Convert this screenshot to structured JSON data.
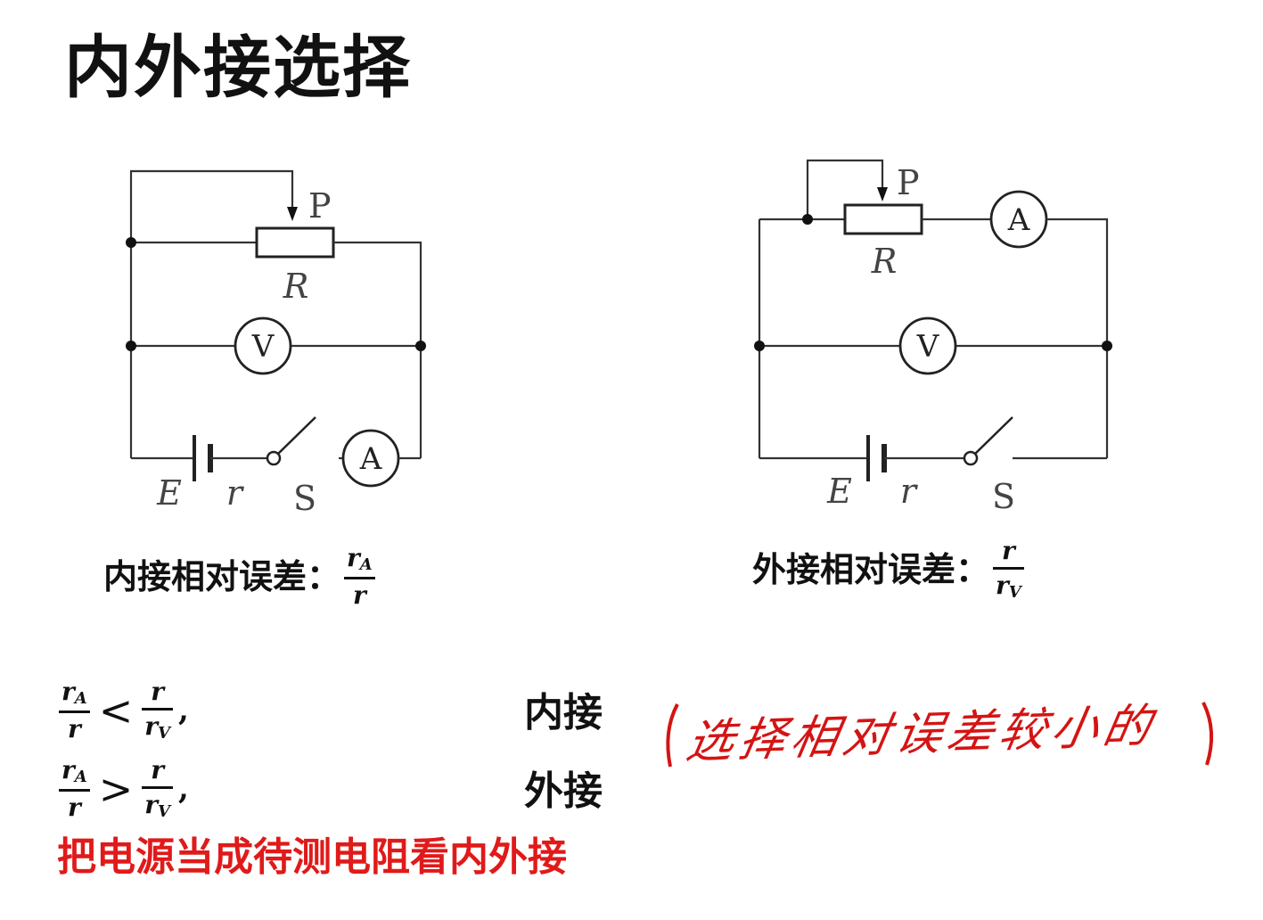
{
  "title": "内外接选择",
  "circuit_left": {
    "slider_label": "P",
    "rheostat_label": "R",
    "voltmeter_label": "V",
    "ammeter_label": "A",
    "emf_label": "E",
    "internal_r_label": "r",
    "switch_label": "S"
  },
  "circuit_right": {
    "slider_label": "P",
    "rheostat_label": "R",
    "voltmeter_label": "V",
    "ammeter_label": "A",
    "emf_label": "E",
    "internal_r_label": "r",
    "switch_label": "S"
  },
  "captions": {
    "inner_label": "内接相对误差：",
    "inner_num": "r",
    "inner_num_sub": "A",
    "inner_den": "r",
    "outer_label": "外接相对误差：",
    "outer_num": "r",
    "outer_den": "r",
    "outer_den_sub": "V"
  },
  "conditions": [
    {
      "lhs_num": "r",
      "lhs_num_sub": "A",
      "lhs_den": "r",
      "op": "<",
      "rhs_num": "r",
      "rhs_den": "r",
      "rhs_den_sub": "V",
      "comma": ",",
      "result": "内接"
    },
    {
      "lhs_num": "r",
      "lhs_num_sub": "A",
      "lhs_den": "r",
      "op": ">",
      "rhs_num": "r",
      "rhs_den": "r",
      "rhs_den_sub": "V",
      "comma": ",",
      "result": "外接"
    }
  ],
  "red_note": "把电源当成待测电阻看内外接",
  "handwritten_note": "选择相对误差较小的",
  "colors": {
    "red": "#e01a1a",
    "handwriting": "#d41414"
  }
}
